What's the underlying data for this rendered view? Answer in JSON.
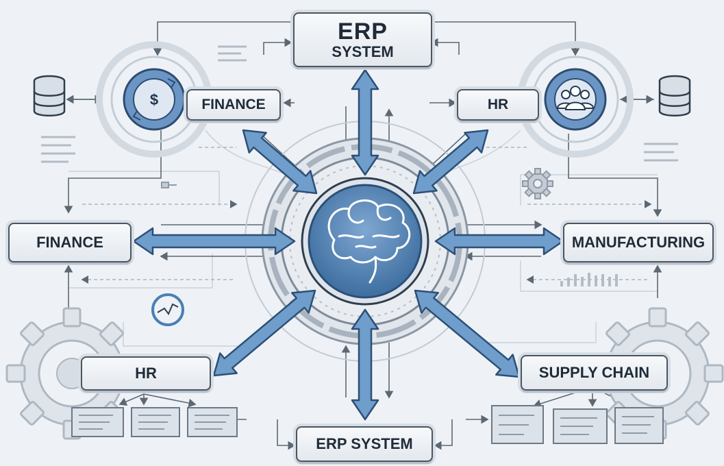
{
  "title": {
    "line1": "ERP",
    "line2": "SYSTEM"
  },
  "modules": {
    "finance_top": "FINANCE",
    "hr_top": "HR",
    "finance_left": "FINANCE",
    "manufacturing": "MANUFACTURING",
    "hr_bottom": "HR",
    "supply_chain": "SUPPLY CHAIN",
    "erp_bottom": "ERP SYSTEM"
  },
  "icons": {
    "finance": "dollar-coin-icon",
    "hr": "people-group-icon",
    "core": "brain-icon",
    "database": "database-icon",
    "settings": "gear-icon",
    "monitor": "gauge-icon",
    "document": "document-icon"
  },
  "colors": {
    "accent_blue": "#4a7fb5",
    "arrow_fill": "#6f9dcc",
    "dark_text": "#1f2b38",
    "background": "#eef2f6"
  }
}
